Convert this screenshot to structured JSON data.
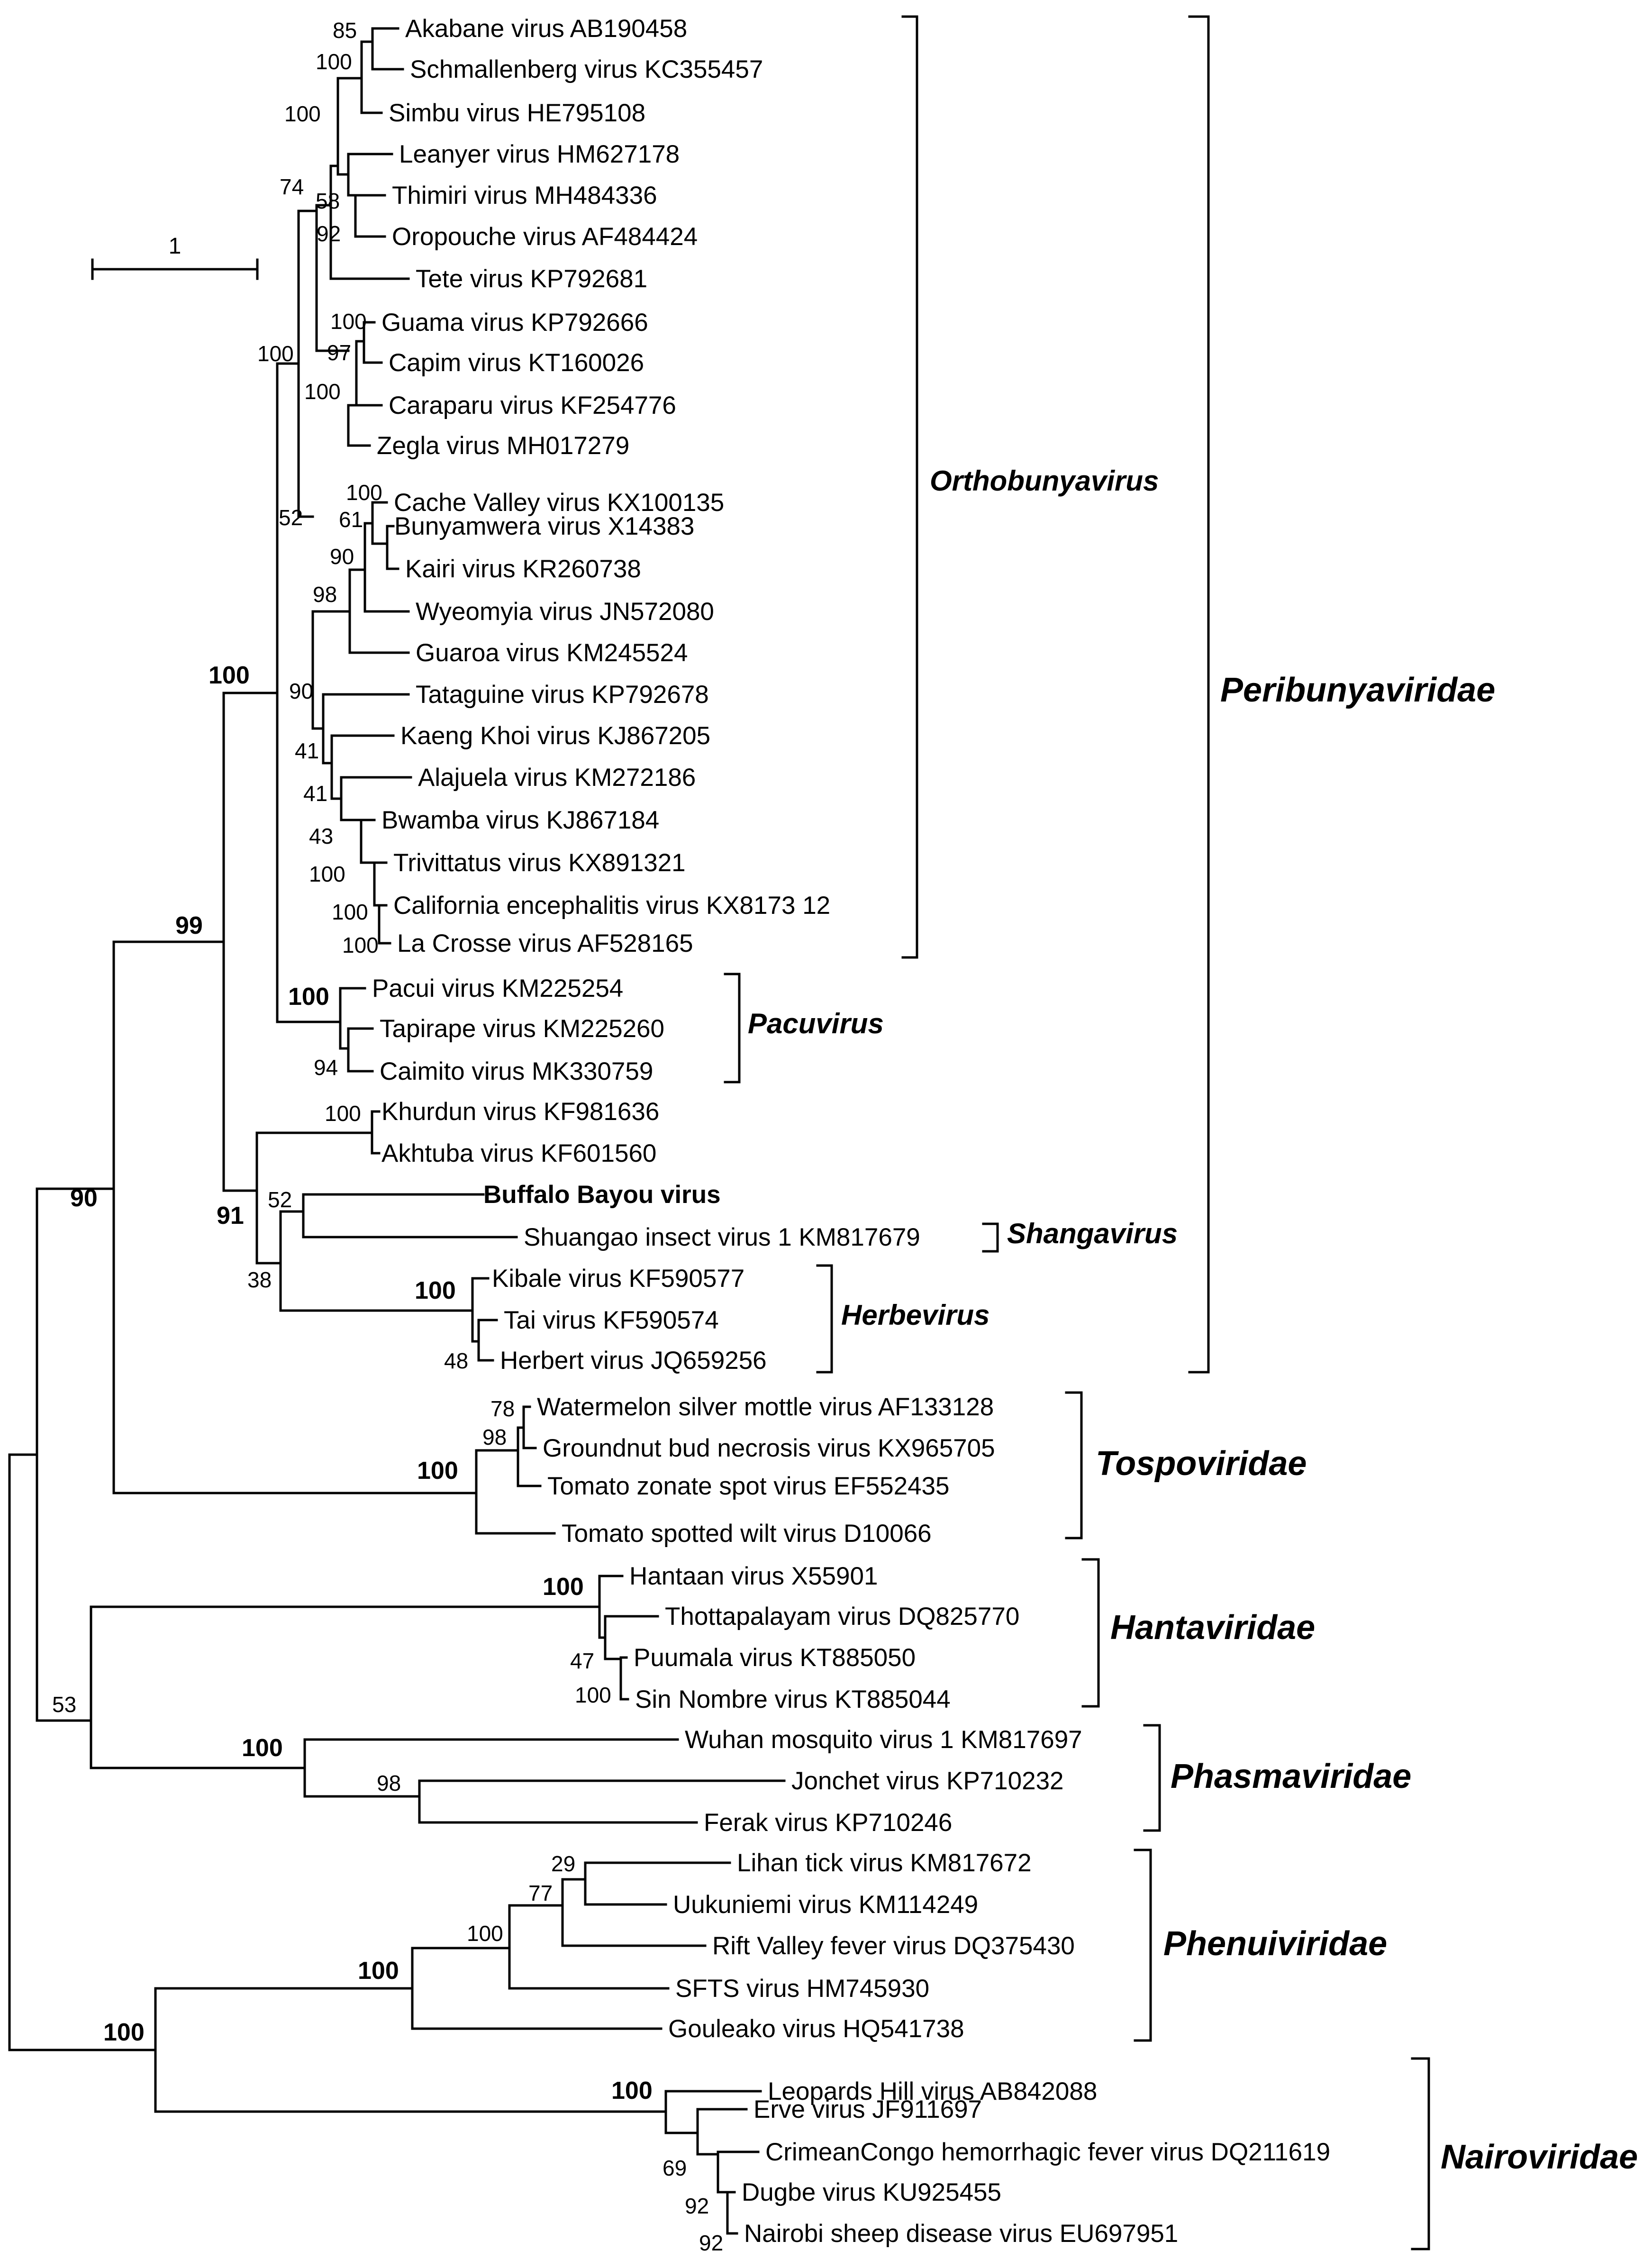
{
  "scale_label": "1",
  "leaves": {
    "akabane": "Akabane virus AB190458",
    "schmallenberg": "Schmallenberg virus KC355457",
    "simbu": "Simbu virus HE795108",
    "leanyer": "Leanyer virus HM627178",
    "thimiri": "Thimiri virus MH484336",
    "oropouche": "Oropouche virus AF484424",
    "tete": "Tete virus KP792681",
    "guama": "Guama virus KP792666",
    "capim": "Capim virus KT160026",
    "caraparu": "Caraparu virus KF254776",
    "zegla": "Zegla virus MH017279",
    "cachevalley": "Cache Valley virus KX100135",
    "bunyamwera": "Bunyamwera virus X14383",
    "kairi": "Kairi virus KR260738",
    "wyeomyia": "Wyeomyia virus JN572080",
    "guaroa": "Guaroa virus KM245524",
    "tataguine": "Tataguine virus KP792678",
    "kaengkhoi": "Kaeng Khoi virus KJ867205",
    "alajuela": "Alajuela virus KM272186",
    "bwamba": "Bwamba virus KJ867184",
    "trivittatus": "Trivittatus virus KX891321",
    "california": "California encephalitis virus KX8173 12",
    "lacrosse": "La Crosse virus AF528165",
    "pacui": "Pacui virus KM225254",
    "tapirape": "Tapirape virus KM225260",
    "caimito": "Caimito virus MK330759",
    "khurdun": "Khurdun virus KF981636",
    "akhtuba": "Akhtuba virus KF601560",
    "buffalo": "Buffalo Bayou virus",
    "shuangao": "Shuangao insect virus 1 KM817679",
    "kibale": "Kibale virus KF590577",
    "tai": "Tai virus KF590574",
    "herbert": "Herbert virus JQ659256",
    "watermelon": "Watermelon silver mottle virus AF133128",
    "groundnut": "Groundnut bud necrosis virus KX965705",
    "tzsv": "Tomato zonate spot virus EF552435",
    "tswv": "Tomato spotted wilt virus D10066",
    "hantaan": "Hantaan virus X55901",
    "thottapalayam": "Thottapalayam virus DQ825770",
    "puumala": "Puumala virus KT885050",
    "sinnombre": "Sin Nombre virus KT885044",
    "wuhan": "Wuhan mosquito virus 1 KM817697",
    "jonchet": "Jonchet virus KP710232",
    "ferak": "Ferak virus KP710246",
    "lihan": "Lihan tick virus KM817672",
    "uukuniemi": "Uukuniemi virus KM114249",
    "riftvalley": "Rift Valley fever virus DQ375430",
    "sfts": "SFTS virus HM745930",
    "gouleako": "Gouleako virus HQ541738",
    "leopards": "Leopards Hill virus AB842088",
    "erve": "Erve virus JF911697",
    "cchf": "CrimeanCongo hemorrhagic fever virus DQ211619",
    "dugbe": "Dugbe virus KU925455",
    "nairobi": "Nairobi sheep disease virus EU697951"
  },
  "support": {
    "akabane_schmallenberg": "85",
    "simbu_group": "100",
    "simbu_clade": "100",
    "thimiri_oropouche": "58",
    "oropouche_node": "92",
    "simbu_tete": "74",
    "guama_capim": "100",
    "guama_capim_caraparu": "97",
    "guama_group": "100",
    "orthobunya_upper": "100",
    "cache_bunyamwera": "100",
    "bunyamwera_group": "61",
    "kairi_node": "90",
    "wyeomyia_node": "98",
    "lower_ortho": "52",
    "tataguine_node": "90",
    "kaengkhoi_node": "41",
    "alajuela_node": "41",
    "bwamba_node": "43",
    "trivittatus_node": "100",
    "california_node": "100",
    "lacrosse_node": "100",
    "orthobunya_pacu": "100",
    "pacu": "100",
    "tapirape_caimito": "94",
    "ortho_pacu_root": "99",
    "khurdun_akhtuba": "100",
    "buffalo_shuangao": "52",
    "herbe": "100",
    "tai_herbert": "48",
    "unclassified": "38",
    "peribunya": "91",
    "peri_tospo": "90",
    "watermelon_groundnut": "78",
    "tospo_inner": "98",
    "tospo": "100",
    "hanta": "100",
    "puumala_sinnombre": "47",
    "puumala_node": "100",
    "hanta_phasma": "53",
    "phasma": "100",
    "jonchet_ferak": "98",
    "lihan_uukuniemi": "29",
    "lihan_rift": "77",
    "phenui_inner": "100",
    "phenui": "100",
    "phenui_nairo": "100",
    "nairo": "100",
    "erve_node": "69",
    "cchf_node": "92",
    "dugbe_nairobi": "92"
  },
  "clades": {
    "orthobunyavirus": "Orthobunyavirus",
    "pacuvirus": "Pacuvirus",
    "shangavirus": "Shangavirus",
    "herbevirus": "Herbevirus",
    "peribunyaviridae": "Peribunyaviridae",
    "tospoviridae": "Tospoviridae",
    "hantaviridae": "Hantaviridae",
    "phasmaviridae": "Phasmaviridae",
    "phenuiviridae": "Phenuiviridae",
    "nairoviridae": "Nairoviridae"
  },
  "colors": {
    "highlight": "#1a1aad",
    "line": "#000000"
  }
}
